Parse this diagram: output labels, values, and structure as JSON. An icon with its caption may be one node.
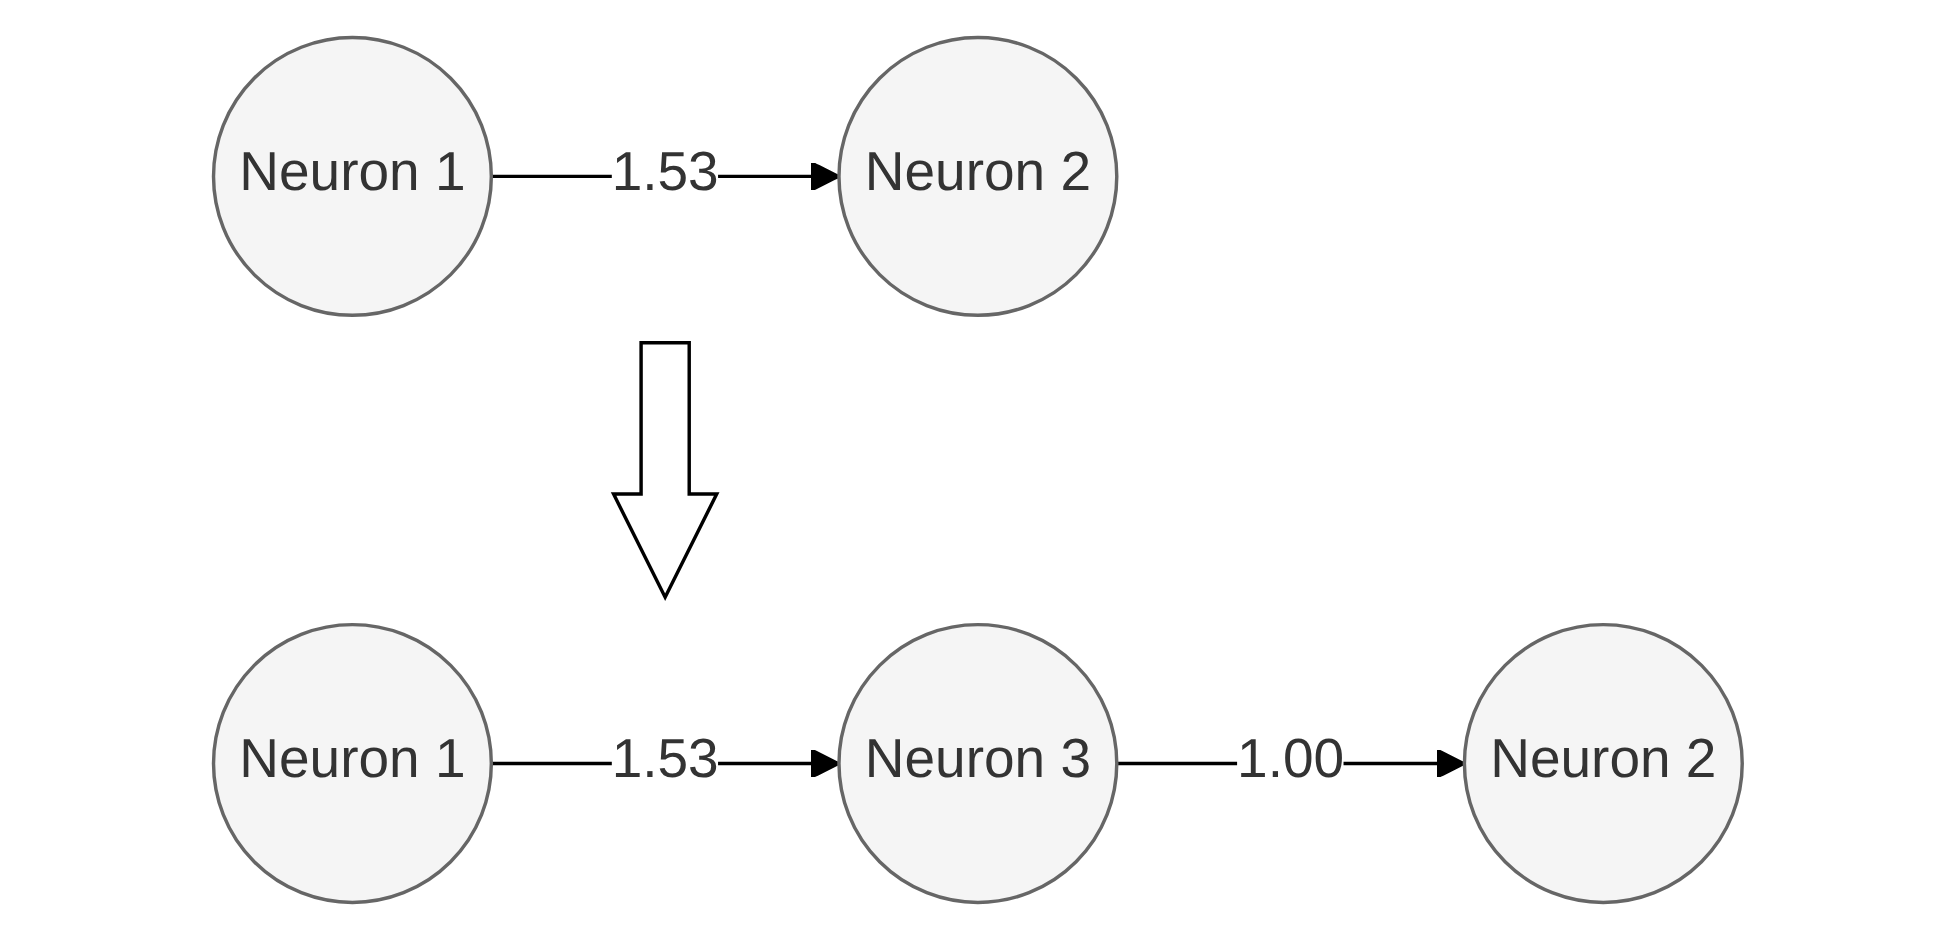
{
  "diagram": {
    "nodes": [
      {
        "text": [
          "Neuron 1"
        ]
      },
      {
        "text": [
          "Neuron 2"
        ]
      },
      {
        "text": [
          "Neuron 1"
        ]
      },
      {
        "text": [
          "Neuron 3"
        ]
      },
      {
        "text": [
          "Neuron 2"
        ]
      }
    ],
    "edges": [
      {
        "from": 0,
        "to": 1,
        "arrow": "to",
        "label": "1.53"
      },
      {
        "from": 2,
        "to": 3,
        "arrow": "to",
        "label": "1.53"
      },
      {
        "from": 3,
        "to": 4,
        "arrow": "to",
        "label": "1.00"
      }
    ]
  }
}
